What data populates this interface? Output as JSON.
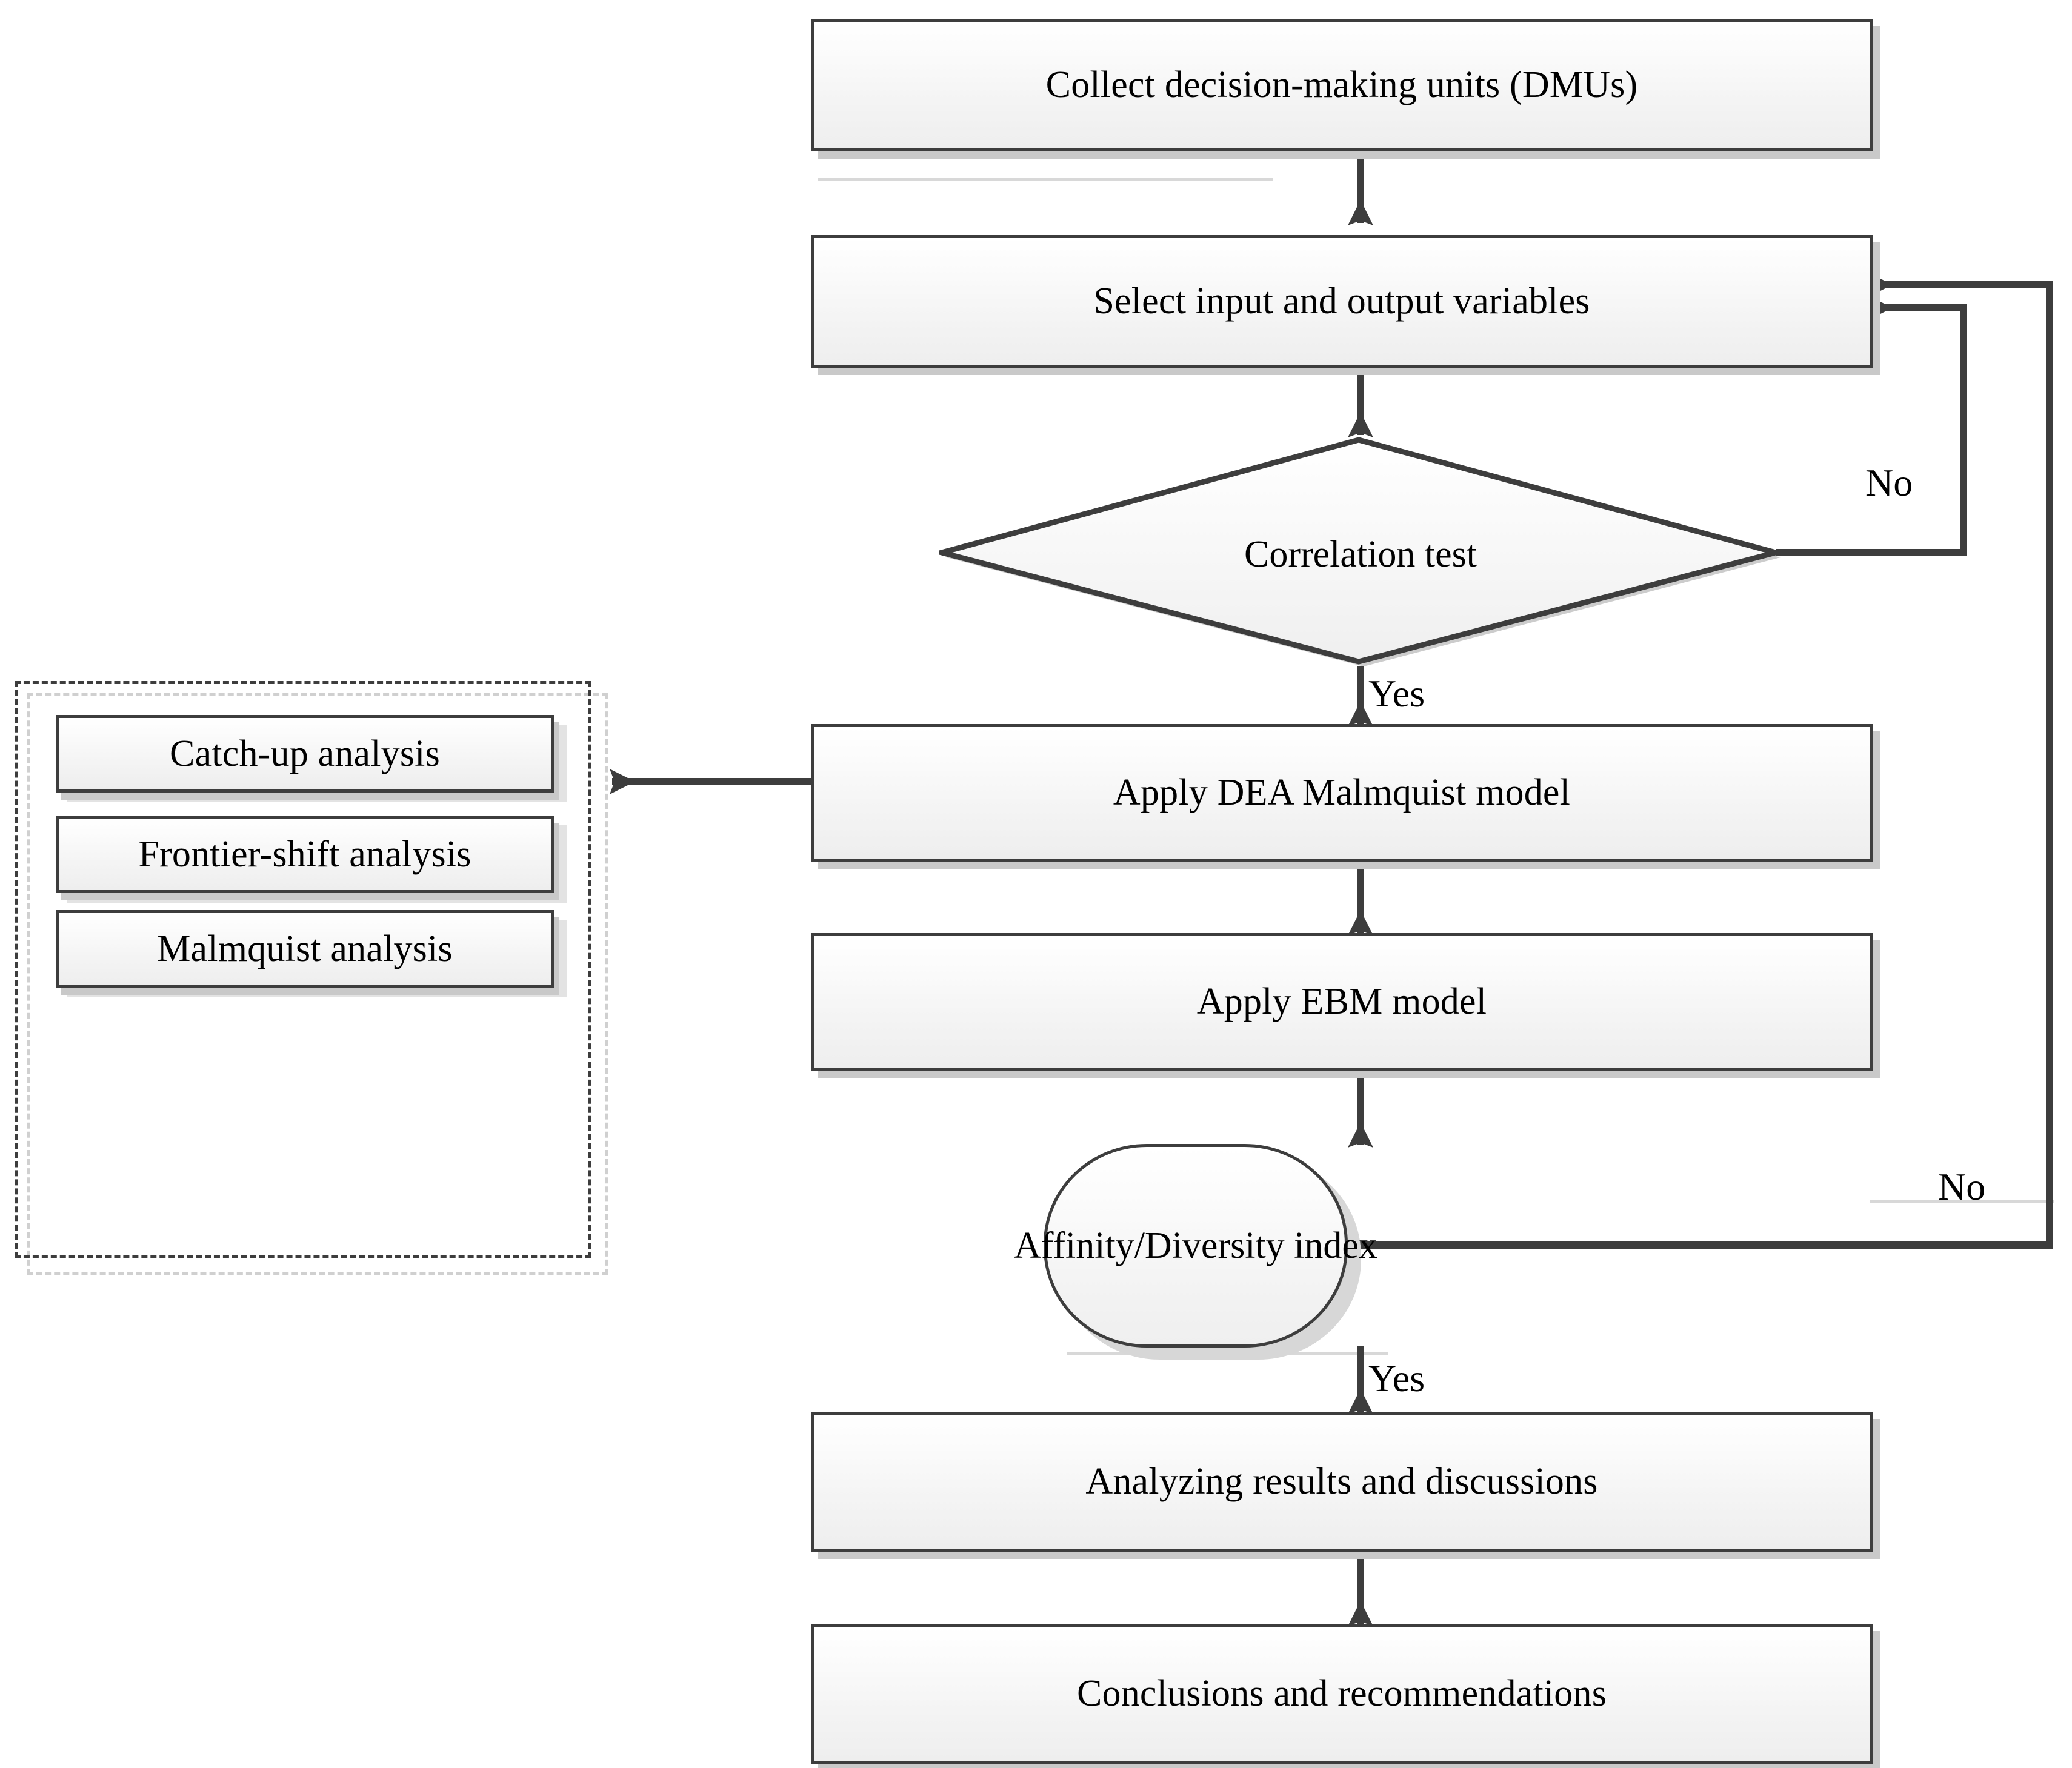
{
  "diagram": {
    "title": "DEA Malmquist / EBM research methodology flowchart",
    "type": "flowchart",
    "colors": {
      "node_border": "#3d3d3d",
      "node_fill_top": "#ffffff",
      "node_fill_bottom": "#eeeeee",
      "connector": "#3d3d3d",
      "shadow": "#c9c9c9",
      "text": "#000000",
      "group_border": "#3d3d3d"
    },
    "nodes": {
      "collect_dmus": {
        "label": "Collect decision-making units (DMUs)",
        "shape": "process"
      },
      "select_variables": {
        "label": "Select input and output variables",
        "shape": "process"
      },
      "correlation_test": {
        "label": "Correlation test",
        "shape": "decision"
      },
      "apply_dea": {
        "label": "Apply DEA Malmquist model",
        "shape": "process"
      },
      "apply_ebm": {
        "label": "Apply EBM model",
        "shape": "process"
      },
      "affinity_index": {
        "label": "Affinity/Diversity index",
        "shape": "terminator"
      },
      "analyzing_results": {
        "label": "Analyzing results and discussions",
        "shape": "process"
      },
      "conclusions": {
        "label": "Conclusions and recommendations",
        "shape": "process"
      }
    },
    "group": {
      "name": "malmquist-decomposition-group",
      "style": "dashed",
      "items": [
        {
          "label": "Catch-up analysis"
        },
        {
          "label": "Frontier-shift analysis"
        },
        {
          "label": "Malmquist analysis"
        }
      ]
    },
    "edge_labels": {
      "correlation_no": "No",
      "correlation_yes": "Yes",
      "affinity_no": "No",
      "affinity_yes": "Yes"
    },
    "edges": [
      {
        "from": "collect_dmus",
        "to": "select_variables",
        "label": ""
      },
      {
        "from": "select_variables",
        "to": "correlation_test",
        "label": ""
      },
      {
        "from": "correlation_test",
        "to": "select_variables",
        "label": "No"
      },
      {
        "from": "correlation_test",
        "to": "apply_dea",
        "label": "Yes"
      },
      {
        "from": "apply_dea",
        "to": "malmquist-decomposition-group",
        "label": ""
      },
      {
        "from": "apply_dea",
        "to": "apply_ebm",
        "label": ""
      },
      {
        "from": "apply_ebm",
        "to": "affinity_index",
        "label": ""
      },
      {
        "from": "affinity_index",
        "to": "select_variables",
        "label": "No"
      },
      {
        "from": "affinity_index",
        "to": "analyzing_results",
        "label": "Yes"
      },
      {
        "from": "analyzing_results",
        "to": "conclusions",
        "label": ""
      }
    ]
  }
}
